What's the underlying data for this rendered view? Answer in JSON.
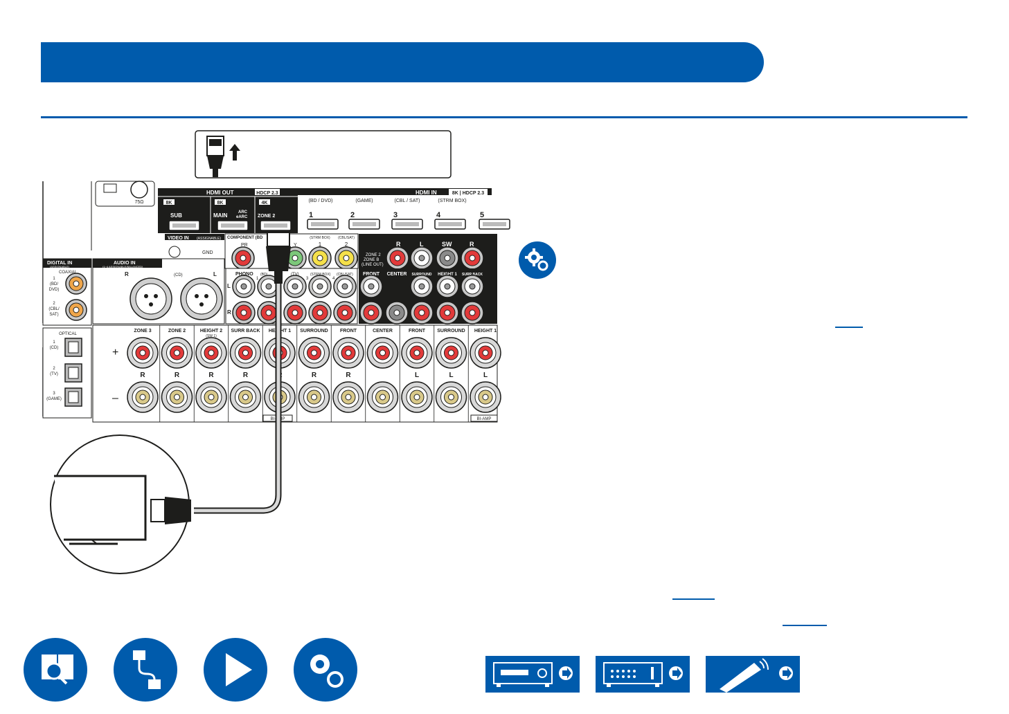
{
  "page": {
    "number": ""
  },
  "header": {
    "title": ""
  },
  "diagram": {
    "hdmi_out": {
      "label": "HDMI OUT",
      "hdcp": "HDCP 2.3",
      "ports": [
        {
          "res": "8K",
          "name": "SUB"
        },
        {
          "res": "8K",
          "name": "MAIN",
          "sub1": "ARC",
          "sub2": "eARC"
        },
        {
          "res": "4K",
          "name": "ZONE 2"
        }
      ]
    },
    "hdmi_in": {
      "label": "HDMI IN",
      "spec": "8K | HDCP 2.3",
      "ports": [
        {
          "num": "1",
          "name": "(BD / DVD)"
        },
        {
          "num": "2",
          "name": "(GAME)"
        },
        {
          "num": "3",
          "name": "(CBL / SAT)"
        },
        {
          "num": "4",
          "name": "(STRM BOX)"
        },
        {
          "num": "5",
          "name": ""
        }
      ]
    },
    "antenna": {
      "ohm": "75Ω"
    },
    "video_in": {
      "label": "VIDEO IN",
      "sub": "(ASSIGNABLE)",
      "gnd": "GND"
    },
    "component": {
      "label": "COMPONENT (BD",
      "pr": "PR",
      "y": "Y",
      "c1": "(STRM BOX)",
      "c1n": "1",
      "c2": "(CBL/SAT)",
      "c2n": "2"
    },
    "digital_in": {
      "label": "DIGITAL IN",
      "sub": "(ASSIGNABLE)",
      "coaxial": "COAXIAL",
      "coax1": [
        "1",
        "(BD/",
        "DVD)"
      ],
      "coax2": [
        "2",
        "(CBL/",
        "SAT)"
      ],
      "optical": "OPTICAL",
      "opt1": [
        "1",
        "(CD)"
      ],
      "opt2": [
        "2",
        "(TV)"
      ],
      "opt3": [
        "3",
        "(GAME)"
      ]
    },
    "audio_in": {
      "label": "AUDIO IN",
      "sub": "(1~4 ASSIGNABLE/BALANCED)",
      "r": "R",
      "cd": "(CD)",
      "l": "L"
    },
    "phono": {
      "label": "PHONO",
      "bd": "(BD)",
      "tv": "(TV)",
      "strm": "(STRM BOX)",
      "cbl": "(CBL/SAT)",
      "l": "L",
      "r": "R",
      "n1": "1",
      "n3": "3",
      "n4": "4"
    },
    "zone2_pre": {
      "l1": "ZONE 2",
      "l2": "ZONE B",
      "l3": "(LINE OUT)",
      "r": "R",
      "l": "L",
      "sw": "SW",
      "r2": "R"
    },
    "pre_out": [
      "FRONT",
      "CENTER",
      "SURROUND",
      "HEIGHT 1",
      "SURR BACK"
    ],
    "speakers": {
      "plus": "+",
      "minus": "–",
      "cols": [
        {
          "name": "ZONE 3",
          "ch": "R"
        },
        {
          "name": "ZONE 2",
          "ch": "R"
        },
        {
          "name": "HEIGHT 2",
          "sub": "(SW 1)",
          "ch": "R"
        },
        {
          "name": "SURR BACK",
          "ch": "R"
        },
        {
          "name": "HEIGHT 1",
          "ch": "R"
        },
        {
          "name": "SURROUND",
          "ch": "R"
        },
        {
          "name": "FRONT",
          "ch": "R"
        },
        {
          "name": "CENTER",
          "ch": ""
        },
        {
          "name": "FRONT",
          "ch": "L"
        },
        {
          "name": "SURROUND",
          "ch": "L"
        },
        {
          "name": "HEIGHT 1",
          "ch": "L"
        }
      ],
      "biamp1": "BI-AMP",
      "biamp2": "BI-AMP"
    }
  },
  "colors": {
    "brand": "#005bac",
    "panel": "#1d1d1b"
  },
  "icons": {
    "settings_badge": "gear-icon",
    "arrow": "arrow-up-icon"
  },
  "nav": [
    {
      "icon": "manual-search-icon"
    },
    {
      "icon": "connections-icon"
    },
    {
      "icon": "playback-icon"
    },
    {
      "icon": "settings-icon"
    }
  ],
  "device_nav": [
    {
      "icon": "front-panel-icon"
    },
    {
      "icon": "rear-panel-icon"
    },
    {
      "icon": "remote-control-icon"
    }
  ]
}
